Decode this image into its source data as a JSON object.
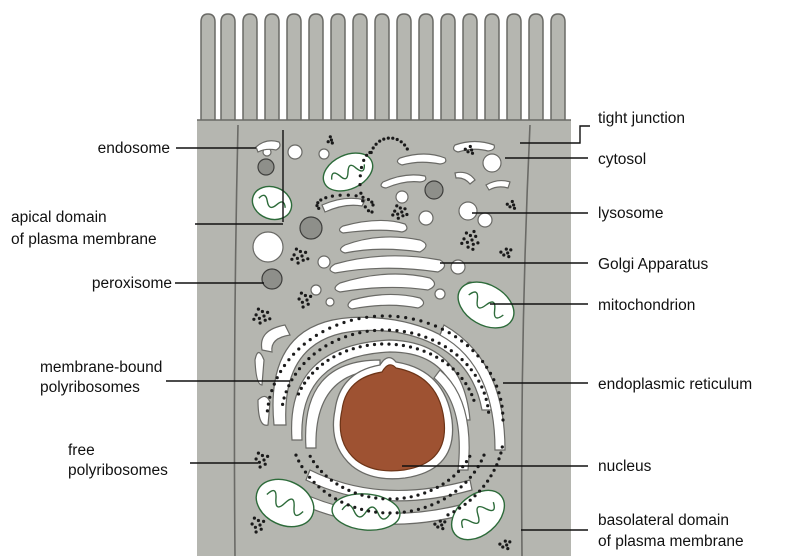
{
  "diagram": {
    "labels": {
      "endosome": "endosome",
      "apical_1": "apical domain",
      "apical_2": "of plasma membrane",
      "peroxisome": "peroxisome",
      "membrane_bound_1": "membrane-bound",
      "membrane_bound_2": "polyribosomes",
      "free_1": "free",
      "free_2": "polyribosomes",
      "tight_junction": "tight junction",
      "cytosol": "cytosol",
      "lysosome": "lysosome",
      "golgi": "Golgi Apparatus",
      "mitochondrion": "mitochondrion",
      "er": "endoplasmic reticulum",
      "nucleus": "nucleus",
      "basolateral_1": "basolateral domain",
      "basolateral_2": "of plasma membrane"
    },
    "colors": {
      "cytoplasm": "#b5b6b0",
      "outline": "#6a6a66",
      "nucleus": "#9e5232",
      "mito_outline": "#2d6b3a",
      "organelle": "#ffffff",
      "ribosome": "#1a1a1a"
    }
  }
}
